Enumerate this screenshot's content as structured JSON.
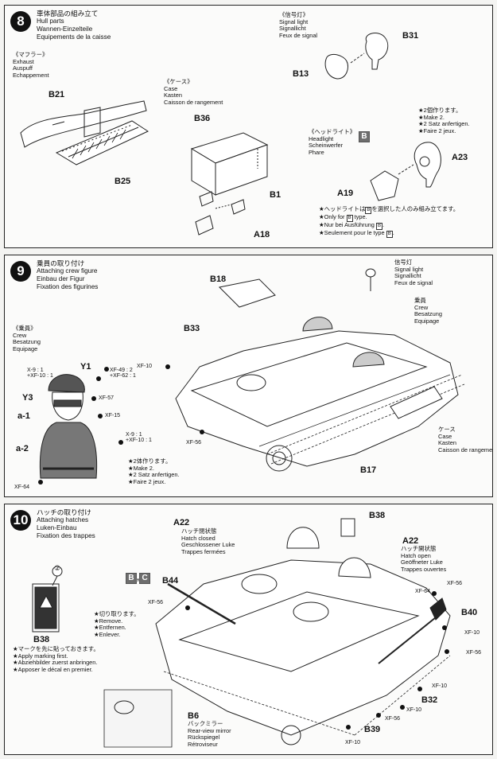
{
  "step8": {
    "number": "8",
    "title": [
      "車体部品の組み立て",
      "Hull parts",
      "Wannen-Einzelteile",
      "Equipements de la caisse"
    ],
    "exhaust": [
      "《マフラー》",
      "Exhaust",
      "Auspuff",
      "Echappement"
    ],
    "case": [
      "《ケース》",
      "Case",
      "Kasten",
      "Caisson de rangement"
    ],
    "signal": [
      "《信号灯》",
      "Signal light",
      "Signallicht",
      "Feux de signal"
    ],
    "headlight": [
      "《ヘッドライト》",
      "Headlight",
      "Scheinwerfer",
      "Phare"
    ],
    "headlight_badge": "B",
    "make2": [
      "★2個作ります。",
      "★Make 2.",
      "★2 Satz anfertigen.",
      "★Faire 2 jeux."
    ],
    "only_b": [
      "★ヘッドライトは",
      "を選択した人のみ組み立てます。",
      "★Only for",
      "type.",
      "★Nur bei Ausführung",
      ".",
      "★Seulement pour le type",
      "."
    ],
    "parts": {
      "b21": "B21",
      "b25": "B25",
      "b36": "B36",
      "b1": "B1",
      "a18": "A18",
      "b13": "B13",
      "b31": "B31",
      "a23": "A23",
      "a19": "A19"
    }
  },
  "step9": {
    "number": "9",
    "title": [
      "乗員の取り付け",
      "Attaching crew figure",
      "Einbau der Figur",
      "Fixation des figurines"
    ],
    "crew": [
      "《乗員》",
      "Crew",
      "Besatzung",
      "Equipage"
    ],
    "signal": [
      "信号灯",
      "Signal light",
      "Signallicht",
      "Feux de signal"
    ],
    "crew2": [
      "乗員",
      "Crew",
      "Besatzung",
      "Equipage"
    ],
    "case": [
      "ケース",
      "Case",
      "Kasten",
      "Caisson de rangement"
    ],
    "make2": [
      "★2体作ります。",
      "★Make 2.",
      "★2 Satz anfertigen.",
      "★Faire 2 jeux."
    ],
    "parts": {
      "y1": "Y1",
      "y3": "Y3",
      "a1": "a-1",
      "a2": "a-2",
      "b18": "B18",
      "b33": "B33",
      "b17": "B17"
    },
    "paints": {
      "y1a": "X-9 : 1",
      "y1b": "+XF-10 : 1",
      "y1c": "XF-49 : 2",
      "y1d": "+XF-62 : 1",
      "y3": "XF-57",
      "a1": "XF-15",
      "a2a": "X-9 : 1",
      "a2b": "+XF-10 : 1",
      "bottom": "XF-64",
      "hull1": "XF-10",
      "hull2": "XF-56"
    }
  },
  "step10": {
    "number": "10",
    "title": [
      "ハッチの取り付け",
      "Attaching hatches",
      "Luken-Einbau",
      "Fixation des trappes"
    ],
    "closed": [
      "ハッチ閉状態",
      "Hatch closed",
      "Geschlossener Luke",
      "Trappes fermées"
    ],
    "open": [
      "ハッチ開状態",
      "Hatch open",
      "Geöffneter Luke",
      "Trappes ouvertes"
    ],
    "remove": [
      "★切り取ります。",
      "★Remove.",
      "★Entfernen.",
      "★Enlever."
    ],
    "marking": [
      "★マークを先に貼っておきます。",
      "★Apply marking first.",
      "★Abziehbilder zuerst anbringen.",
      "★Apposer le décal en premier."
    ],
    "mirror": [
      "バックミラー",
      "Rear-view mirror",
      "Rückspiegel",
      "Rétroviseur"
    ],
    "badge_b": "B",
    "badge_comma": ",",
    "badge_c": "C",
    "decal_no": "②",
    "parts": {
      "a22a": "A22",
      "a22b": "A22",
      "b38a": "B38",
      "b38b": "B38",
      "b44": "B44",
      "b40": "B40",
      "b6": "B6",
      "b32": "B32",
      "b39": "B39"
    },
    "paints": {
      "a": "XF-56",
      "b": "XF-64",
      "c": "XF-56",
      "d": "XF-10",
      "e": "XF-56",
      "f": "XF-10",
      "g": "XF-10",
      "h": "XF-56",
      "i": "XF-10"
    }
  }
}
